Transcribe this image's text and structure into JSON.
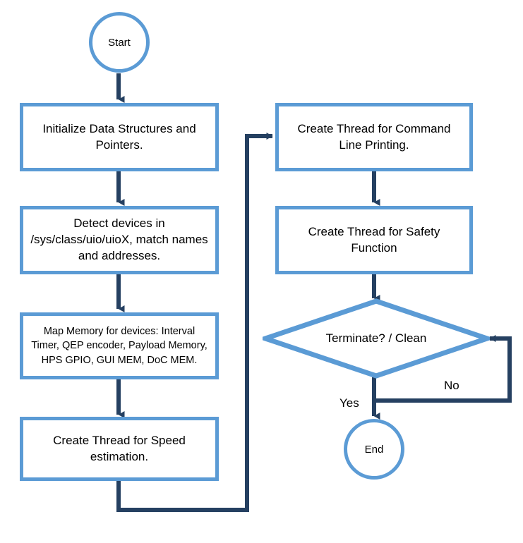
{
  "diagram": {
    "title": "Application Initialization and Thread Creation Flowchart",
    "colors": {
      "node_border": "#5B9BD5",
      "node_fill": "#FFFFFF",
      "connector": "#254061",
      "text": "#000000",
      "background": "#FFFFFF"
    },
    "nodes": [
      {
        "id": "start",
        "type": "terminator",
        "label": "Start"
      },
      {
        "id": "init",
        "type": "process",
        "label": "Initialize Data Structures and Pointers."
      },
      {
        "id": "detect",
        "type": "process",
        "label": "Detect devices in /sys/class/uio/uioX, match names and addresses."
      },
      {
        "id": "map_memory",
        "type": "process",
        "label": "Map Memory for devices: Interval Timer, QEP encoder, Payload Memory, HPS GPIO, GUI MEM, DoC MEM."
      },
      {
        "id": "thread_speed",
        "type": "process",
        "label": "Create Thread for Speed estimation."
      },
      {
        "id": "thread_cmdline",
        "type": "process",
        "label": "Create Thread for Command Line Printing."
      },
      {
        "id": "thread_safety",
        "type": "process",
        "label": "Create Thread for Safety Function"
      },
      {
        "id": "terminate",
        "type": "decision",
        "label": "Terminate? / Clean"
      },
      {
        "id": "end",
        "type": "terminator",
        "label": "End"
      }
    ],
    "edges": [
      {
        "from": "start",
        "to": "init",
        "label": ""
      },
      {
        "from": "init",
        "to": "detect",
        "label": ""
      },
      {
        "from": "detect",
        "to": "map_memory",
        "label": ""
      },
      {
        "from": "map_memory",
        "to": "thread_speed",
        "label": ""
      },
      {
        "from": "thread_speed",
        "to": "thread_cmdline",
        "label": ""
      },
      {
        "from": "thread_cmdline",
        "to": "thread_safety",
        "label": ""
      },
      {
        "from": "thread_safety",
        "to": "terminate",
        "label": ""
      },
      {
        "from": "terminate",
        "to": "end",
        "label": "Yes"
      },
      {
        "from": "terminate",
        "to": "terminate",
        "label": "No"
      }
    ],
    "edge_labels": {
      "yes": "Yes",
      "no": "No"
    }
  }
}
